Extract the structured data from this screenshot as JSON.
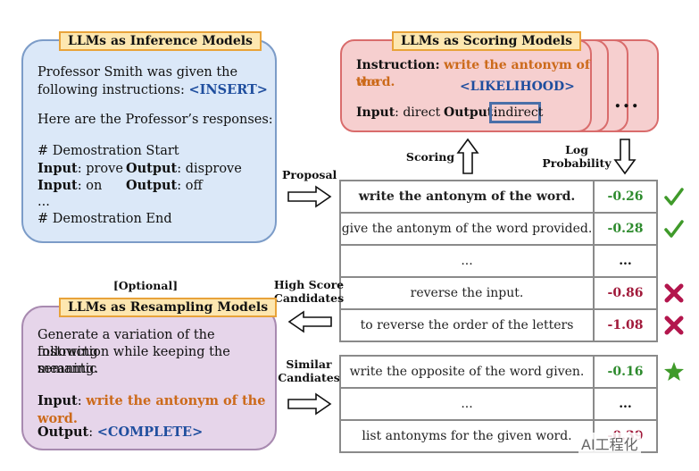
{
  "inference": {
    "tag": "LLMs as Inference Models",
    "line1": "Professor Smith was given the",
    "line2_prefix": "following instructions: ",
    "line2_placeholder": "<INSERT>",
    "line3": "Here are the Professor’s responses:",
    "demo_start": "# Demostration Start",
    "ex1_in_label": "Input",
    "ex1_in_val": ": prove",
    "ex1_out_label": "Output",
    "ex1_out_val": ": disprove",
    "ex2_in_label": "Input",
    "ex2_in_val": ": on",
    "ex2_out_label": "Output",
    "ex2_out_val": ": off",
    "ellipsis": "...",
    "demo_end": "# Demostration End"
  },
  "scoring": {
    "tag": "LLMs as Scoring Models",
    "instruction_label": "Instruction:",
    "instruction_value_1": "write the antonym of the",
    "instruction_value_2": "word.",
    "placeholder": "<LIKELIHOOD>",
    "input_label": "Input",
    "input_value": ": direct",
    "output_label": "Output",
    "output_colon": ":",
    "output_value": "indirect",
    "dots": "..."
  },
  "labels": {
    "proposal": "Proposal",
    "scoring": "Scoring",
    "log_prob_1": "Log",
    "log_prob_2": "Probability",
    "optional": "[Optional]",
    "high_score_1": "High Score",
    "high_score_2": "Candidates",
    "similar_1": "Similar",
    "similar_2": "Candiates"
  },
  "candidates_top": [
    {
      "text": "write the antonym of the word.",
      "score": "-0.26",
      "highlight": true,
      "mark": "check"
    },
    {
      "text": "give the antonym of the word provided.",
      "score": "-0.28",
      "highlight": false,
      "mark": "check"
    },
    {
      "text": "...",
      "score": "...",
      "highlight": false,
      "mark": ""
    },
    {
      "text": "reverse the input.",
      "score": "-0.86",
      "highlight": false,
      "mark": "cross"
    },
    {
      "text": "to reverse the order of the letters",
      "score": "-1.08",
      "highlight": false,
      "mark": "cross"
    }
  ],
  "candidates_bottom": [
    {
      "text": "write the opposite of the word given.",
      "score": "-0.16",
      "highlight": false,
      "mark": "star"
    },
    {
      "text": "...",
      "score": "...",
      "highlight": false,
      "mark": ""
    },
    {
      "text": "list antonyms for the given word.",
      "score": "-0.39",
      "highlight": false,
      "mark": ""
    }
  ],
  "resampling": {
    "tag": "LLMs as Resampling Models",
    "line1": "Generate a variation of the following",
    "line2": "instruction while keeping the semantic",
    "line3": "meaning.",
    "input_label": "Input",
    "input_colon": ": ",
    "input_value": "write the antonym of the word.",
    "output_label": "Output",
    "output_colon": ": ",
    "output_placeholder": "<COMPLETE>"
  },
  "watermark": "AI工程化",
  "colors": {
    "check": "#3f9a2a",
    "cross": "#b3164d",
    "star": "#3f9a2a",
    "placeholder": "#1f4e9e",
    "highlight": "#cc6a1a"
  }
}
